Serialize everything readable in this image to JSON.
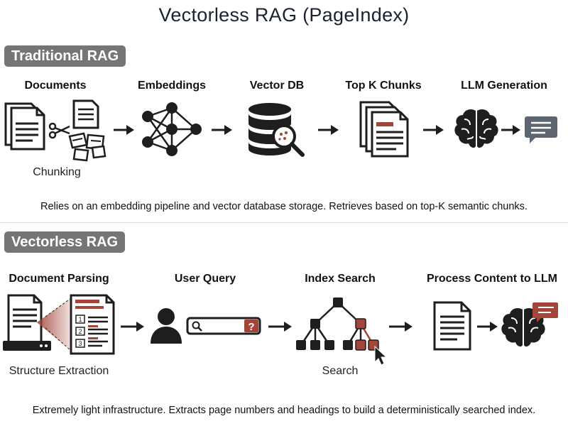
{
  "title": "Vectorless RAG (PageIndex)",
  "traditional": {
    "tag": "Traditional RAG",
    "steps": [
      {
        "label": "Documents",
        "sub": "Chunking"
      },
      {
        "label": "Embeddings"
      },
      {
        "label": "Vector DB"
      },
      {
        "label": "Top K Chunks"
      },
      {
        "label": "LLM Generation"
      }
    ],
    "description": "Relies on an embedding pipeline and vector database storage. Retrieves based on top-K semantic chunks."
  },
  "vectorless": {
    "tag": "Vectorless RAG",
    "steps": [
      {
        "label": "Document Parsing",
        "sub": "Structure Extraction"
      },
      {
        "label": "User Query"
      },
      {
        "label": "Index Search",
        "sub": "Search"
      },
      {
        "label": "Process Content to LLM"
      }
    ],
    "description": "Extremely light infrastructure. Extracts page numbers and headings to build a deterministically searched index.",
    "index_labels": [
      "1",
      "2",
      "3"
    ]
  },
  "colors": {
    "accent": "#a4453a",
    "icon": "#1e1e1e",
    "tag_bg": "#757575",
    "bubble": "#5d6670"
  }
}
